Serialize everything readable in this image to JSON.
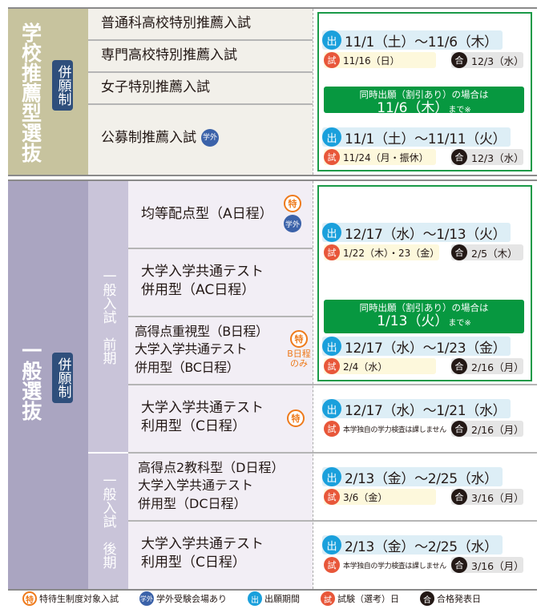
{
  "recommend": {
    "title": "学校推薦型選抜",
    "heigan": "併願制",
    "rows": [
      "普通科高校特別推薦入試",
      "専門高校特別推薦入試",
      "女子特別推薦入試",
      "公募制推薦入試"
    ],
    "gai_label": "学外",
    "sched1": {
      "out": "11/1（土）〜11/6（木）",
      "exam": "11/16（日）",
      "result": "12/3（水）"
    },
    "banner": {
      "line1": "同時出願（割引あり）の場合は",
      "date": "11/6（木）",
      "suffix": "まで※"
    },
    "sched2": {
      "out": "11/1（土）〜11/11（火）",
      "exam": "11/24（月・振休）",
      "result": "12/3（水）"
    }
  },
  "general": {
    "title": "一般選抜",
    "heigan": "併願制",
    "zenki": "一般入試　前期",
    "kouki": "一般入試　後期",
    "rows": [
      {
        "lines": [
          "均等配点型（A日程）"
        ]
      },
      {
        "lines": [
          "大学入学共通テスト",
          "併用型（AC日程）"
        ]
      },
      {
        "lines": [
          "高得点重視型（B日程）",
          "大学入学共通テスト",
          "併用型（BC日程）"
        ],
        "note": "B日程のみ"
      },
      {
        "lines": [
          "大学入学共通テスト",
          "利用型（C日程）"
        ]
      },
      {
        "lines": [
          "高得点2教科型（D日程）",
          "大学入学共通テスト",
          "併用型（DC日程）"
        ]
      },
      {
        "lines": [
          "大学入学共通テスト",
          "利用型（C日程）"
        ]
      }
    ],
    "sched": [
      {
        "out": "12/17（水）〜1/13（火）",
        "exam": "1/22（木）・23（金）",
        "result": "2/5（木）"
      },
      {
        "out": "12/17（水）〜1/23（金）",
        "exam": "2/4（水）",
        "result": "2/16（月）"
      },
      {
        "out": "12/17（水）〜1/21（水）",
        "exam": "本学独自の学力検査は課しません",
        "result": "2/16（月）"
      },
      {
        "out": "2/13（金）〜2/25（水）",
        "exam": "3/6（金）",
        "result": "3/16（月）"
      },
      {
        "out": "2/13（金）〜2/25（水）",
        "exam": "本学独自の学力検査は課しません",
        "result": "3/16（月）"
      }
    ],
    "banner": {
      "line1": "同時出願（割引あり）の場合は",
      "date": "1/13（火）",
      "suffix": "まで※"
    }
  },
  "icons": {
    "out": "出",
    "exam": "試",
    "result": "合",
    "toku": "特",
    "gai": "学外"
  },
  "legend": [
    {
      "icon": "特",
      "label": "特待生制度対象入試"
    },
    {
      "icon": "学外",
      "label": "学外受験会場あり"
    },
    {
      "icon": "出",
      "label": "出願期間"
    },
    {
      "icon": "試",
      "label": "試験（選考）日"
    },
    {
      "icon": "合",
      "label": "合格発表日"
    }
  ],
  "colors": {
    "green": "#079840",
    "out": "#1aa0dc",
    "exam": "#e8573a",
    "result": "#231815",
    "toku": "#ee7a1b",
    "gai": "#3b62a9"
  }
}
